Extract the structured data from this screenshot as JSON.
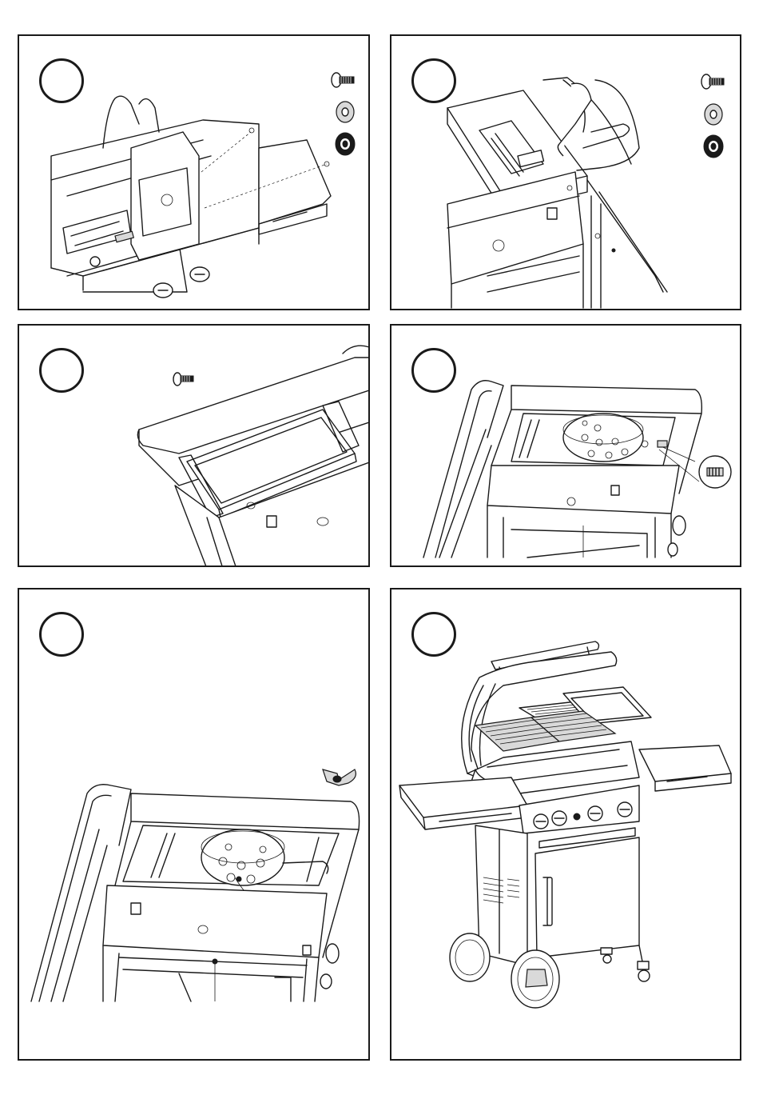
{
  "steps": [
    {
      "id": "p1",
      "label": "",
      "parts": [
        "bolt-icon",
        "washer-icon",
        "nut-icon"
      ]
    },
    {
      "id": "p2",
      "label": "",
      "parts": [
        "bolt-icon",
        "washer-icon",
        "nut-icon"
      ]
    },
    {
      "id": "p3",
      "label": "",
      "parts": [
        "bolt-icon"
      ]
    },
    {
      "id": "p4",
      "label": "",
      "parts": [
        "igniter-connector-icon"
      ]
    },
    {
      "id": "p5",
      "label": "",
      "parts": [
        "wing-nut-icon"
      ]
    },
    {
      "id": "p6",
      "label": "",
      "parts": []
    }
  ]
}
